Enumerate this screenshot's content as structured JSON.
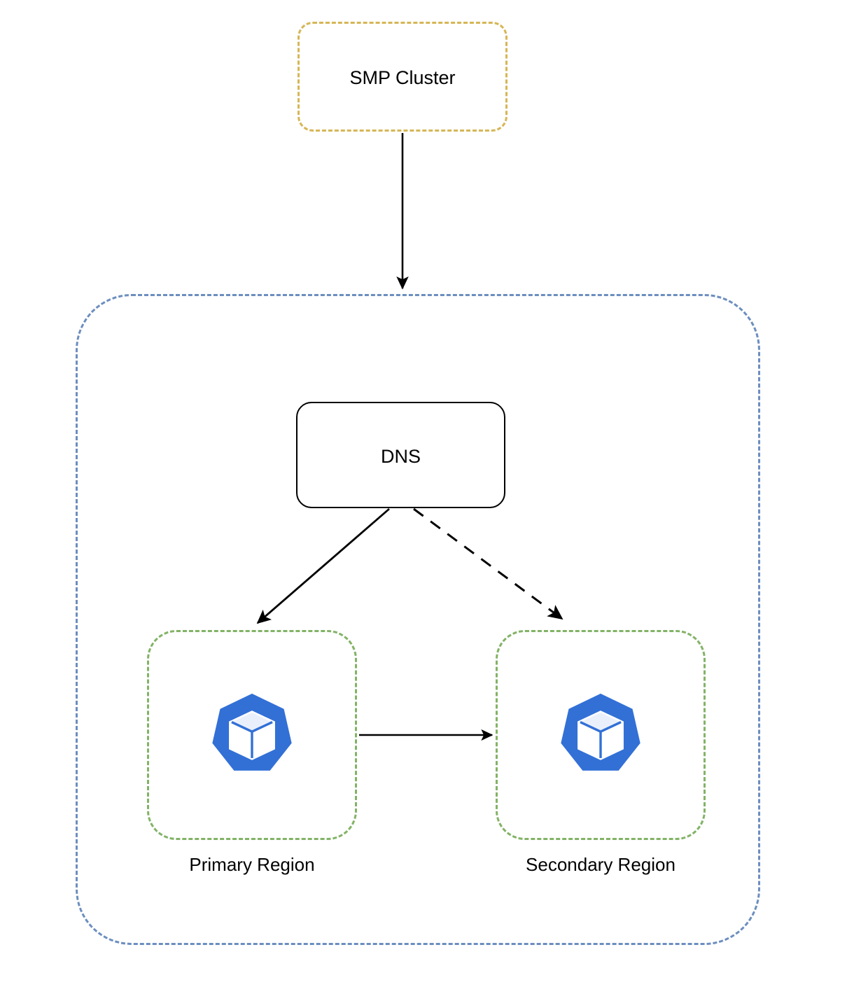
{
  "diagram": {
    "title": "SMP Cluster multi-region Kubernetes DNS failover architecture",
    "background": "#ffffff",
    "nodes": {
      "smp_cluster": {
        "label": "SMP Cluster",
        "shape": "rounded-rectangle",
        "border_style": "dashed",
        "border_color": "#d6b656",
        "fill": "none"
      },
      "outer_region": {
        "label": "",
        "shape": "rounded-rectangle",
        "border_style": "dashed",
        "border_color": "#6c8ebf",
        "fill": "none"
      },
      "dns": {
        "label": "DNS",
        "shape": "rounded-rectangle",
        "border_style": "solid",
        "border_color": "#000000",
        "fill": "#ffffff"
      },
      "primary_region": {
        "caption": "Primary Region",
        "shape": "rounded-rectangle",
        "border_style": "dashed",
        "border_color": "#82b366",
        "fill": "none",
        "icon": "kubernetes-icon",
        "icon_color": "#3270d6"
      },
      "secondary_region": {
        "caption": "Secondary Region",
        "shape": "rounded-rectangle",
        "border_style": "dashed",
        "border_color": "#82b366",
        "fill": "none",
        "icon": "kubernetes-icon",
        "icon_color": "#3270d6"
      }
    },
    "edges": [
      {
        "id": "smp-to-outer",
        "from": "smp_cluster",
        "to": "outer_region",
        "style": "solid",
        "color": "#000000",
        "arrowhead": "filled-triangle",
        "label": ""
      },
      {
        "id": "dns-to-primary",
        "from": "dns",
        "to": "primary_region",
        "style": "solid",
        "color": "#000000",
        "arrowhead": "filled-triangle",
        "label": ""
      },
      {
        "id": "dns-to-secondary",
        "from": "dns",
        "to": "secondary_region",
        "style": "dashed",
        "color": "#000000",
        "arrowhead": "filled-triangle",
        "label": ""
      },
      {
        "id": "primary-to-secondary",
        "from": "primary_region",
        "to": "secondary_region",
        "style": "solid",
        "color": "#000000",
        "arrowhead": "filled-triangle",
        "label": ""
      }
    ]
  }
}
